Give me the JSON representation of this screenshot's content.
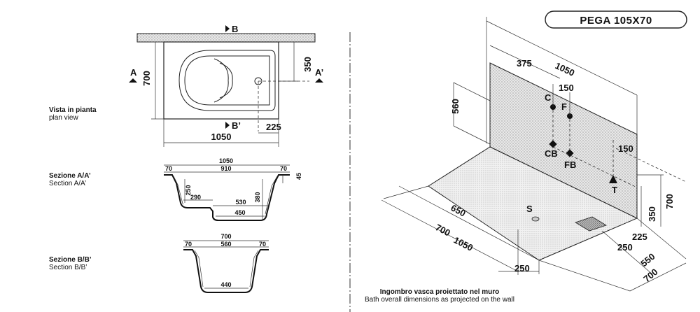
{
  "title": "PEGA 105X70",
  "plan": {
    "caption_it": "Vista in pianta",
    "caption_en": "plan view",
    "marker_b": "B",
    "marker_b2": "B’",
    "marker_a": "A",
    "marker_a2": "A’",
    "dim_width": "1050",
    "dim_depth": "700",
    "dim_drain_side": "350",
    "dim_drain_front": "225"
  },
  "section_a": {
    "caption_it": "Sezione A/A’",
    "caption_en": "Section A/A’",
    "dim_total": "1050",
    "dim_rim_left": "70",
    "dim_inner": "910",
    "dim_rim_right": "70",
    "dim_height_rim": "45",
    "dim_seat_h": "250",
    "dim_seat_w": "290",
    "dim_bottom_top": "530",
    "dim_depth": "380",
    "dim_bottom": "450"
  },
  "section_b": {
    "caption_it": "Sezione B/B’",
    "caption_en": "Section B/B’",
    "dim_total": "700",
    "dim_rim_left": "70",
    "dim_inner": "560",
    "dim_rim_right": "70",
    "dim_bottom": "440"
  },
  "iso": {
    "dim_375": "375",
    "dim_1050_top": "1050",
    "dim_150_top": "150",
    "dim_560": "560",
    "label_c": "C",
    "label_f": "F",
    "label_cb": "CB",
    "label_fb": "FB",
    "dim_150_mid": "150",
    "label_t": "T",
    "label_s": "S",
    "dim_650": "650",
    "dim_700_left": "700",
    "dim_1050_bottom": "1050",
    "dim_250_left": "250",
    "dim_700_right": "700",
    "dim_350": "350",
    "dim_225": "225",
    "dim_250_right": "250",
    "dim_550": "550",
    "dim_700_bottom": "700",
    "caption_it": "Ingombro vasca proiettato nel muro",
    "caption_en": "Bath overall dimensions as projected on the wall"
  }
}
